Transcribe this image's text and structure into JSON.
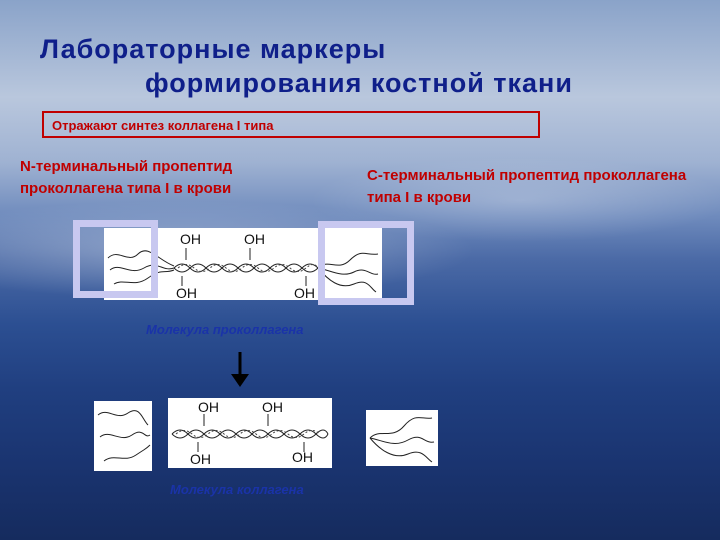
{
  "title": {
    "line1": "Лабораторные маркеры",
    "line2": "формирования костной ткани"
  },
  "boxed_note": "Отражают синтез коллагена  I типа",
  "n_label": "N-терминальный пропептид проколлагена типа I в крови",
  "c_label": "С-терминальный пропептид проколлагена типа I в крови",
  "procollagen": {
    "oh_top_1": "OH",
    "oh_top_2": "OH",
    "oh_bottom_1": "OH",
    "oh_bottom_2": "OH",
    "caption": "Молекула проколлагена"
  },
  "collagen": {
    "oh_top_1": "OH",
    "oh_top_2": "OH",
    "oh_bottom_1": "OH",
    "oh_bottom_2": "OH",
    "caption": "Молекула коллагена"
  },
  "colors": {
    "title": "#0f1f8a",
    "label_red": "#c00000",
    "caption_blue": "#1a33a8",
    "frame": "#c8c8f0"
  }
}
